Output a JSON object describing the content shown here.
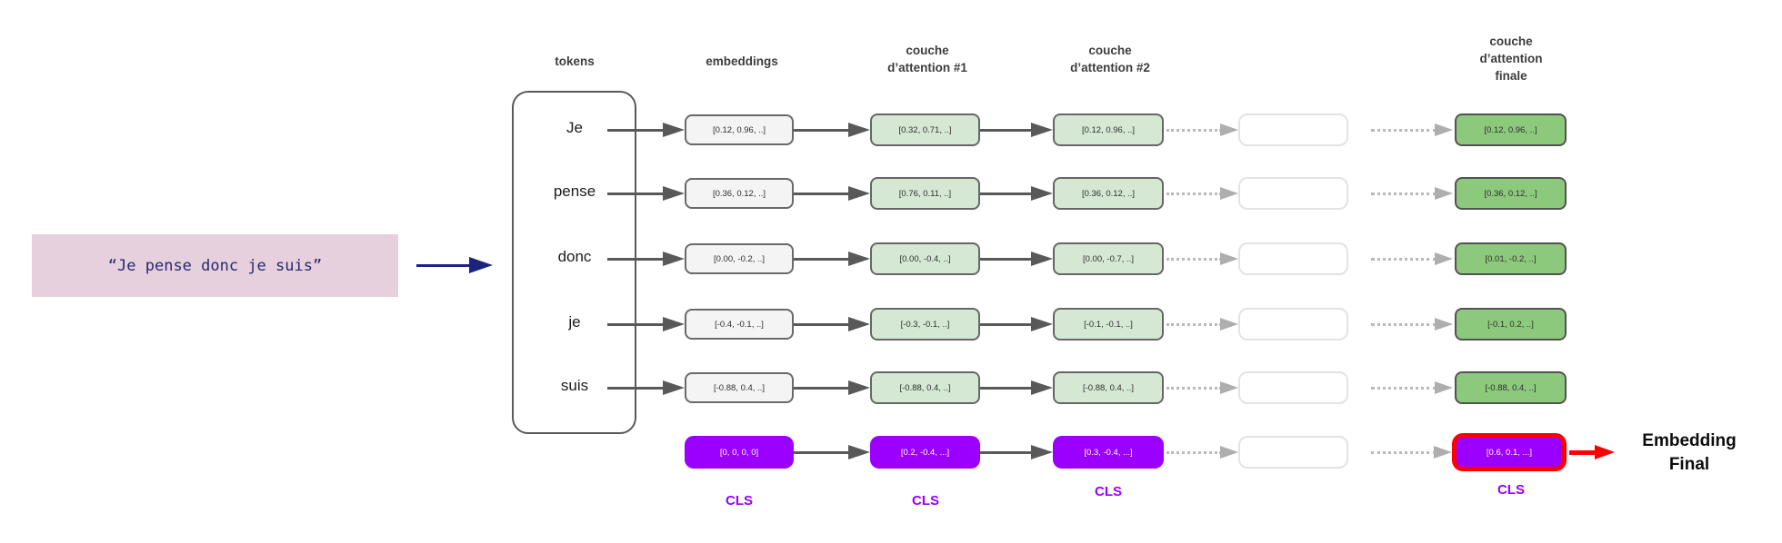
{
  "input": {
    "text": "“Je pense donc je suis”"
  },
  "columns": {
    "tokens_header": "tokens",
    "embeddings_header": "embeddings",
    "attention1_header": "couche\nd’attention #1",
    "attention2_header": "couche\nd’attention #2",
    "final_header": "couche\nd’attention\nfinale"
  },
  "rows": [
    {
      "token": "Je",
      "embedding": "[0.12, 0.96, ..]",
      "attention1": "[0.32, 0.71, ..]",
      "attention2": "[0.12, 0.96, ..]",
      "final": "[0.12, 0.96, ..]"
    },
    {
      "token": "pense",
      "embedding": "[0.36, 0.12, ..]",
      "attention1": "[0.76, 0.11, ..]",
      "attention2": "[0.36, 0.12, ..]",
      "final": "[0.36, 0.12, ..]"
    },
    {
      "token": "donc",
      "embedding": "[0.00, -0.2, ..]",
      "attention1": "[0.00, -0.4, ..]",
      "attention2": "[0.00, -0.7, ..]",
      "final": "[0.01, -0.2, ..]"
    },
    {
      "token": "je",
      "embedding": "[-0.4, -0.1, ..]",
      "attention1": "[-0.3, -0.1, ..]",
      "attention2": "[-0.1, -0.1, ..]",
      "final": "[-0.1, 0.2, ..]"
    },
    {
      "token": "suis",
      "embedding": "[-0.88, 0.4, ..]",
      "attention1": "[-0.88, 0.4, ..]",
      "attention2": "[-0.88, 0.4, ..]",
      "final": "[-0.88, 0.4, ..]"
    }
  ],
  "cls": {
    "label": "CLS",
    "embedding": "[0, 0, 0, 0]",
    "attention1": "[0.2, -0.4, ...]",
    "attention2": "[0.3, -0.4, ...]",
    "final": "[0.6, 0.1, ...]"
  },
  "output_label": "Embedding\nFinal",
  "colors": {
    "input_box_bg": "#e6d0de",
    "input_text": "#28286e",
    "input_arrow": "#1a237e",
    "embedding_box_bg": "#f4f4f4",
    "attention_box_bg": "#d5e8d4",
    "final_attention_box_bg": "#8dc97c",
    "cls_box_bg": "#9b00ff",
    "cls_label": "#9900ff",
    "highlight_border": "#ff0000",
    "solid_arrow": "#595959",
    "dotted_arrow": "#b9b9b9"
  }
}
